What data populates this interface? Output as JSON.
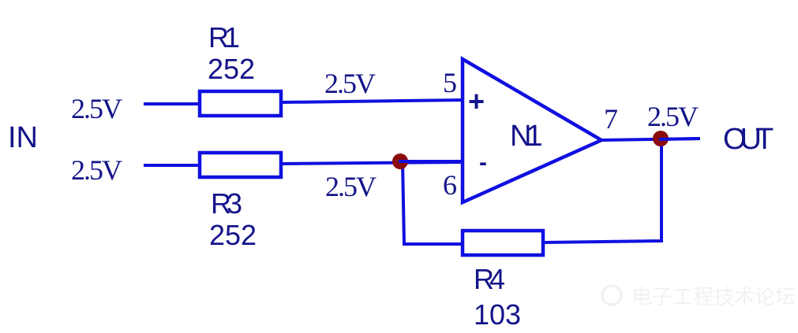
{
  "diagram": {
    "type": "op-amp circuit schematic",
    "ports": {
      "input_label": "IN",
      "output_label": "OUT"
    },
    "voltages": {
      "in_top": "2.5V",
      "in_bottom": "2.5V",
      "non_inverting_node": "2.5V",
      "inverting_node": "2.5V",
      "output_node": "2.5V"
    },
    "resistors": [
      {
        "ref": "R1",
        "value": "252"
      },
      {
        "ref": "R3",
        "value": "252"
      },
      {
        "ref": "R4",
        "value": "103"
      }
    ],
    "opamp": {
      "ref": "N1",
      "pins": {
        "non_inverting": "5",
        "inverting": "6",
        "output": "7"
      },
      "plus_sign": "+",
      "minus_sign": "-"
    },
    "colors": {
      "wire": "#1010e0",
      "text": "#14148a",
      "junction": "#8a0c0c"
    },
    "watermark": "电子工程技术论坛"
  }
}
